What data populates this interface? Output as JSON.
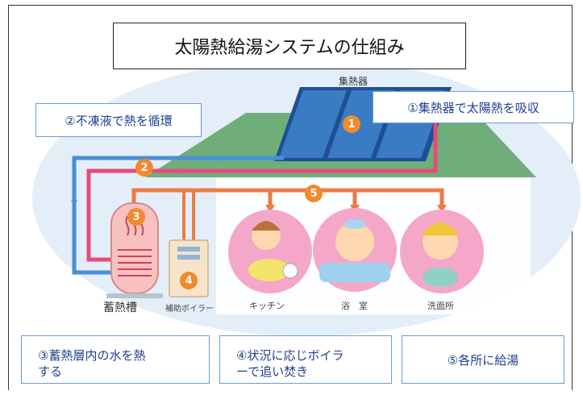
{
  "title": "太陽熱給湯システムの仕組み",
  "callouts": {
    "c1": "①集熱器で太陽熱を吸収",
    "c2": "②不凍液で熱を循環",
    "c3_line1": "③蓄熱層内の水を熱",
    "c3_line2": "する",
    "c4_line1": "④状況に応じボイラ",
    "c4_line2": "ーで追い焚き",
    "c5": "⑤各所に給湯"
  },
  "labels": {
    "collector": "集熱器",
    "tank": "蓄熱槽",
    "boiler": "補助ボイラー",
    "kitchen": "キッチン",
    "bath": "浴　室",
    "washroom": "洗面所"
  },
  "badges": {
    "b1": "1",
    "b2": "2",
    "b3": "3",
    "b4": "4",
    "b5": "5"
  },
  "colors": {
    "hot_pipe": "#e84a7a",
    "cold_pipe": "#4a8fd6",
    "supply_pipe": "#ee7a45",
    "roof": "#6fae7a",
    "panel": "#2f6fb3",
    "background": "#e3eef9",
    "badge": "#f08a2c",
    "callout_text": "#1f3f8f"
  }
}
